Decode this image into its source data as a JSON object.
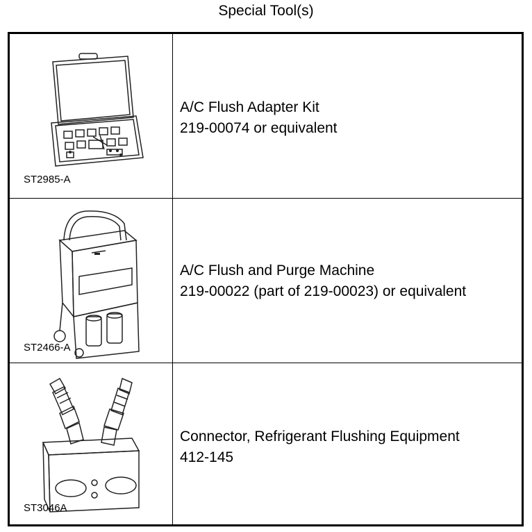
{
  "page": {
    "title": "Special Tool(s)"
  },
  "tools": [
    {
      "illustration": "case-kit-illustration",
      "tool_id": "ST2985-A",
      "name": "A/C Flush Adapter Kit",
      "part_number": "219-00074 or equivalent"
    },
    {
      "illustration": "flush-machine-illustration",
      "tool_id": "ST2466-A",
      "name": "A/C Flush and Purge Machine",
      "part_number": "219-00022 (part of 219-00023) or equivalent"
    },
    {
      "illustration": "connector-block-illustration",
      "tool_id": "ST3046A",
      "name": "Connector, Refrigerant Flushing Equipment",
      "part_number": "412-145"
    }
  ]
}
